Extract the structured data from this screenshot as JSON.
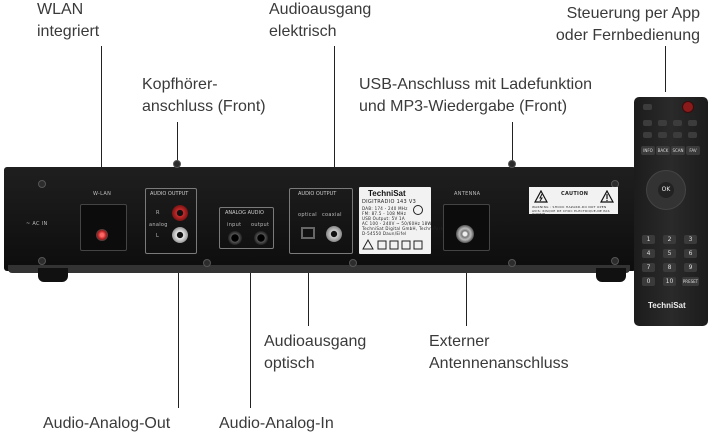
{
  "callouts": {
    "wlan": [
      "WLAN",
      "integriert"
    ],
    "headphone": [
      "Kopfhörer-",
      "anschluss (Front)"
    ],
    "audio_electric": [
      "Audioausgang",
      "elektrisch"
    ],
    "usb": [
      "USB-Anschluss mit Ladefunktion",
      "und MP3-Wiedergabe (Front)"
    ],
    "control": [
      "Steuerung per App",
      "oder Fernbedienung"
    ],
    "audio_optical": [
      "Audioausgang",
      "optisch"
    ],
    "antenna": [
      "Externer",
      "Antennenanschluss"
    ],
    "analog_out": "Audio-Analog-Out",
    "analog_in": "Audio-Analog-In"
  },
  "device": {
    "ac_in": "~ AC IN",
    "wlan_label": "W-LAN",
    "audio_output_1": "AUDIO OUTPUT",
    "r_label": "R",
    "l_label": "L",
    "analog_label": "analog",
    "analog_audio": "ANALOG AUDIO",
    "input_label": "input",
    "output_label": "output",
    "audio_output_2": "AUDIO OUTPUT",
    "optical_label": "optical",
    "coaxial_label": "coaxial",
    "antenna_label": "ANTENNA",
    "brand": "TechniSat",
    "model": "DIGITRADIO 143 V3",
    "spec_lines": [
      "DAB: 174 - 240 MHz",
      "FM: 87.5 - 108 MHz",
      "USB Output: 5V 1A",
      "AC 100 - 240V ~ 50/60Hz 18W",
      "TechniSat Digital GmbH, TechniPark",
      "D-54550 Daun/Eifel"
    ],
    "caution_title": "CAUTION",
    "caution_text": "WARNING : SHOCK HAZARD-DO NOT OPEN AVIS: RISQUE DE CHOC ELECTRIQUE-NE PAS OUVRIR"
  },
  "remote": {
    "brand": "TechniSat",
    "ok": "OK",
    "row_labels": [
      "INFO",
      "BACK",
      "SCAN",
      "FAV"
    ],
    "digits": [
      "1",
      "2",
      "3",
      "4",
      "5",
      "6",
      "7",
      "8",
      "9",
      "0",
      "10",
      "PRESET"
    ]
  }
}
